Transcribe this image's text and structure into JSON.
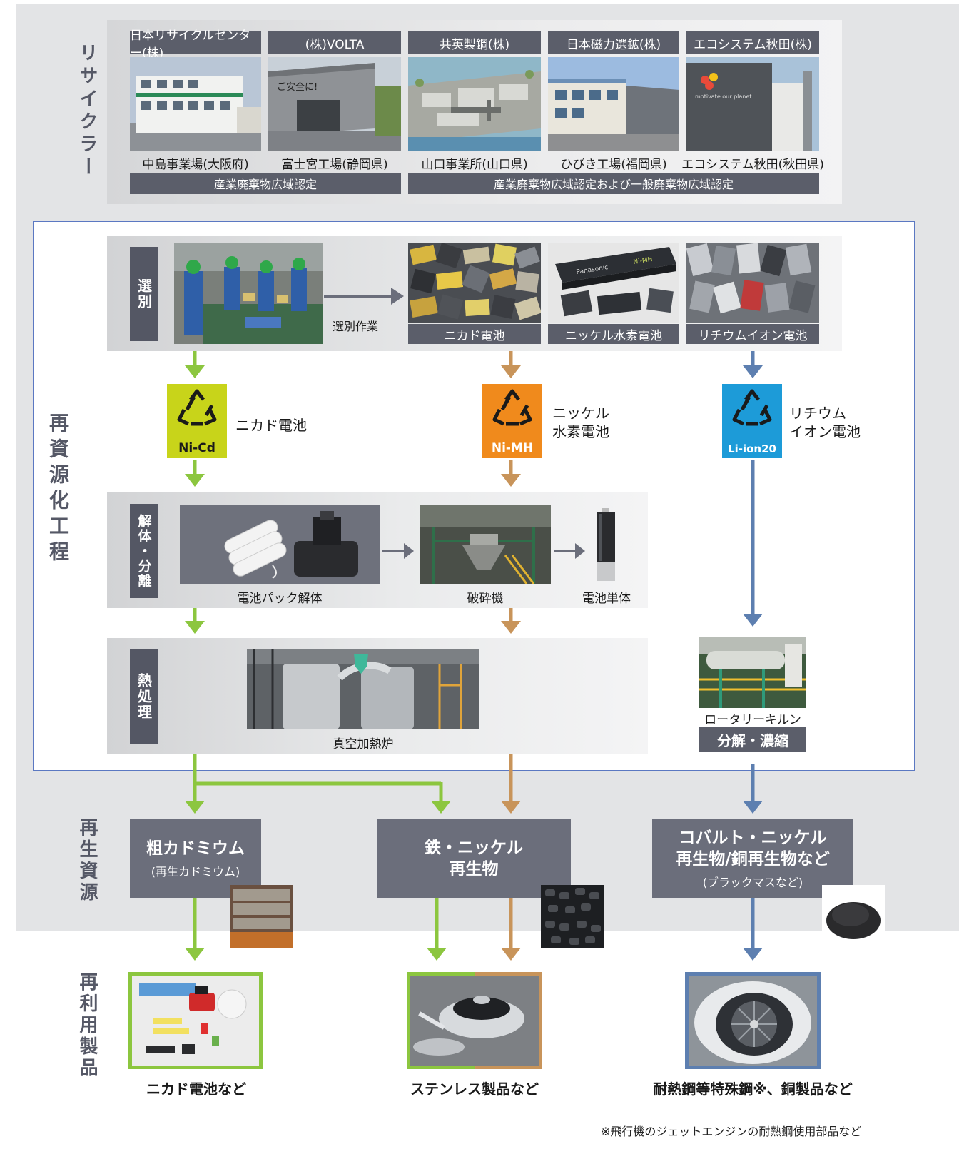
{
  "side_labels": {
    "recycler": "リサイクラー",
    "process": "再資源化工程",
    "resource": "再生資源",
    "reuse": "再利用製品"
  },
  "recyclers": [
    {
      "company": "日本リサイクルセンター(株)",
      "site": "中島事業場(大阪府)"
    },
    {
      "company": "(株)VOLTA",
      "site": "富士宮工場(静岡県)"
    },
    {
      "company": "共英製鋼(株)",
      "site": "山口事業所(山口県)"
    },
    {
      "company": "日本磁力選鉱(株)",
      "site": "ひびき工場(福岡県)"
    },
    {
      "company": "エコシステム秋田(株)",
      "site": "エコシステム秋田(秋田県)"
    }
  ],
  "photo_texts": {
    "volta_sign": "ご安全に!",
    "akita_logo": "motivate our planet",
    "panasonic": "Panasonic",
    "nimh_label": "Ni-MH"
  },
  "certifications": {
    "left": "産業廃棄物広域認定",
    "right": "産業廃棄物広域認定および一般廃棄物広域認定"
  },
  "sorting": {
    "tab": "選別",
    "work_label": "選別作業",
    "batteries": [
      "ニカド電池",
      "ニッケル水素電池",
      "リチウムイオン電池"
    ]
  },
  "badges": [
    {
      "code": "Ni-Cd",
      "label": "ニカド電池",
      "color": "#c8d41a",
      "text_color": "#1a1a1a"
    },
    {
      "code": "Ni-MH",
      "label": "ニッケル\n水素電池",
      "color": "#f08a1c",
      "text_color": "#ffffff"
    },
    {
      "code": "Li-ion20",
      "label": "リチウム\nイオン電池",
      "color": "#1d9bd8",
      "text_color": "#ffffff"
    }
  ],
  "disassembly": {
    "tab": "解体・分離",
    "captions": [
      "電池パック解体",
      "破砕機",
      "電池単体"
    ]
  },
  "heat": {
    "tab": "熱処理",
    "caption": "真空加熱炉"
  },
  "kiln": {
    "caption": "ロータリーキルン",
    "step": "分解・濃縮"
  },
  "resources": [
    {
      "title": "粗カドミウム",
      "sub": "(再生カドミウム)"
    },
    {
      "title": "鉄・ニッケル\n再生物",
      "sub": ""
    },
    {
      "title": "コバルト・ニッケル\n再生物/銅再生物など",
      "sub": "(ブラックマスなど)"
    }
  ],
  "products": [
    {
      "caption": "ニカド電池など"
    },
    {
      "caption": "ステンレス製品など"
    },
    {
      "caption": "耐熱鋼等特殊鋼※、銅製品など"
    }
  ],
  "footnote": "※飛行機のジェットエンジンの耐熱鋼使用部品など",
  "colors": {
    "green": "#8cc63f",
    "brown": "#c8945a",
    "blue": "#5d7fb0",
    "frame_blue": "#5b78c2",
    "dark_bar": "#5b5e6a"
  }
}
